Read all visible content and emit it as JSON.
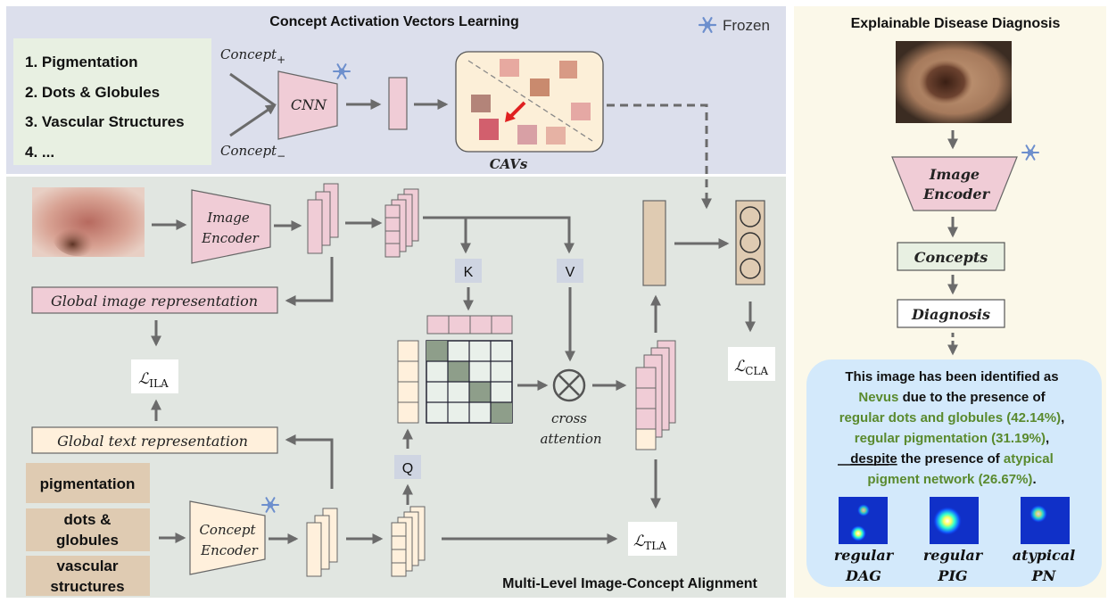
{
  "cav": {
    "title": "Concept Activation Vectors Learning",
    "frozen_label": "Frozen",
    "concept_list": [
      "1. Pigmentation",
      "2. Dots & Globules",
      "3. Vascular Structures",
      "4. ..."
    ],
    "concept_pos": "Concept",
    "concept_pos_sub": "+",
    "concept_neg": "Concept",
    "concept_neg_sub": "−",
    "cnn_label": "CNN",
    "cavs_label": "CAVs"
  },
  "mlica": {
    "title": "Multi-Level Image-Concept Alignment",
    "image_encoder_line1": "Image",
    "image_encoder_line2": "Encoder",
    "global_image": "Global image representation",
    "global_text": "Global text representation",
    "loss_ila": "ILA",
    "loss_tla": "TLA",
    "loss_cla": "CLA",
    "loss_symbol": "ℒ",
    "k_label": "K",
    "v_label": "V",
    "q_label": "Q",
    "cross_line1": "cross",
    "cross_line2": "attention",
    "concepts": [
      [
        "pigmentation"
      ],
      [
        "dots &",
        "globules"
      ],
      [
        "vascular",
        "structures"
      ]
    ],
    "concept_encoder_line1": "Concept",
    "concept_encoder_line2": "Encoder"
  },
  "diagnosis": {
    "title": "Explainable Disease Diagnosis",
    "encoder_line1": "Image",
    "encoder_line2": "Encoder",
    "concepts_box": "Concepts",
    "diagnosis_box": "Diagnosis",
    "sentence": {
      "p1": "This image has been identified as",
      "p2_green": "Nevus",
      "p2_rest": " due to the presence of",
      "p3_green": "regular dots and globules (42.14%)",
      "p3_rest": ",",
      "p4_green": "regular pigmentation (31.19%)",
      "p4_rest": ",",
      "p5_under": "despite",
      "p5_mid": " the presence of ",
      "p5_green": "atypical",
      "p6_green": "pigment network (26.67%)",
      "p6_rest": "."
    },
    "heatmaps": [
      {
        "line1": "regular",
        "line2": "DAG"
      },
      {
        "line1": "regular",
        "line2": "PIG"
      },
      {
        "line1": "atypical",
        "line2": "PN"
      }
    ]
  },
  "colors": {
    "cav_bg": "#dcdfec",
    "mlica_bg": "#e1e6e1",
    "diag_bg": "#fbf8e9",
    "pink": "#f0ccd6",
    "beige": "#fff0dc",
    "tan": "#dfcbb2",
    "green_text": "#5a8a2e",
    "gray_cell": "#8e9e8a",
    "kv_box": "#cfd5e2",
    "blue_panel": "#d3e9fb",
    "arrow": "#6b6b6b",
    "snow": "#6d8fcd"
  }
}
